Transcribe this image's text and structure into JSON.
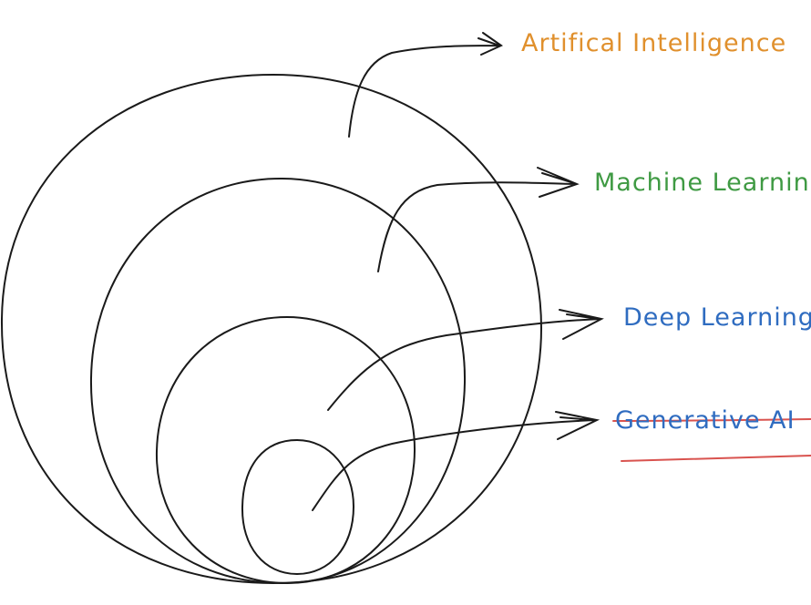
{
  "title": "AI hierarchy diagram",
  "labels": {
    "ai": "Artifical Intelligence",
    "ml": "Machine Learning",
    "dl": "Deep Learning",
    "gen": "Generative AI"
  },
  "colors": {
    "ai": "#e0902d",
    "ml": "#3f9a43",
    "dl": "#2f6cc0",
    "gen": "#2f6cc0",
    "underline": "#d9534f",
    "stroke": "#1a1a1a"
  }
}
